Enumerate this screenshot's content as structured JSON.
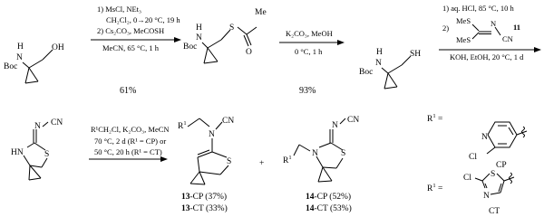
{
  "atoms": {
    "N": "N",
    "H": "H",
    "O": "O",
    "S": "S",
    "Cl": "Cl",
    "Boc": "Boc",
    "OH": "OH",
    "SH": "SH",
    "HN": "HN",
    "CN": "CN",
    "R1": "R"
  },
  "step1": {
    "line1": "1) MsCl, NEt₃",
    "line2": "CH₂Cl₂, 0→20 °C, 19 h",
    "line3": "2) Cs₂CO₃, MeCOSH",
    "line4": "MeCN, 65 °C, 1 h",
    "yield": "61%"
  },
  "step2": {
    "line1": "K₂CO₃, MeOH",
    "line2": "0 °C, 1 h",
    "yield": "93%"
  },
  "step3": {
    "line1": "1) aq. HCl, 85 °C, 10 h",
    "line2": "2)",
    "reagent_number": "11",
    "reagent_MeS_top": "MeS",
    "reagent_MeS_bottom": "MeS",
    "line3": "KOH, EtOH, 20 °C, 1 d"
  },
  "step4": {
    "line1": "R¹CH₂Cl, K₂CO₃, MeCN",
    "line2": "70 °C, 2 d (R¹ = CP) or",
    "line3": "50 °C, 20 h (R¹ = CT)"
  },
  "products": {
    "p13_cp": "13",
    "p13_cp_suffix": "-CP (37%)",
    "p13_ct": "13",
    "p13_ct_suffix": "-CT (33%)",
    "plus": "+",
    "p14_cp": "14",
    "p14_cp_suffix": "-CP (52%)",
    "p14_ct": "14",
    "p14_ct_suffix": "-CT (53%)"
  },
  "r1_definitions": {
    "r1_label": "R¹ =",
    "cp_label": "CP",
    "ct_label": "CT"
  }
}
